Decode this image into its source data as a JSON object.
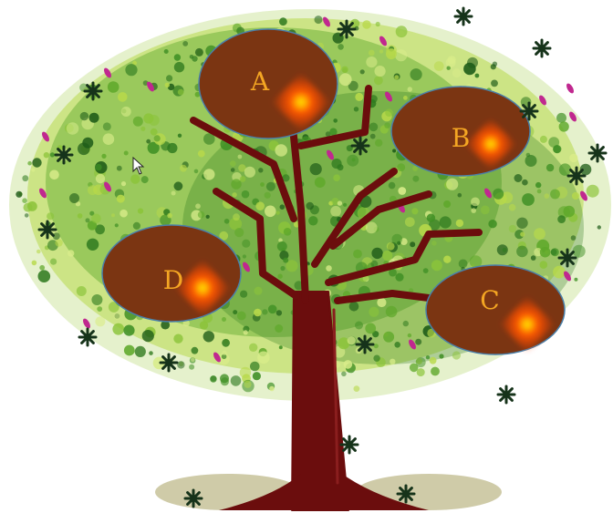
{
  "colors": {
    "trunk": "#6b0d0d",
    "node_fill": "#7b3512",
    "node_stroke": "#4a7fa8",
    "label": "#f4a623",
    "glow": "#ff3d00",
    "foliage_dark": "#2f7a1f",
    "foliage_mid": "#5ea82a",
    "foliage_light": "#b8d94a",
    "flower": "#c0288f",
    "snowflake": "#16331a"
  },
  "icons": {
    "pointer": "mouse-pointer-icon",
    "ornament": "snowflake-icon"
  },
  "nodes": [
    {
      "id": "A",
      "label": "A"
    },
    {
      "id": "B",
      "label": "B"
    },
    {
      "id": "C",
      "label": "C"
    },
    {
      "id": "D",
      "label": "D"
    }
  ]
}
